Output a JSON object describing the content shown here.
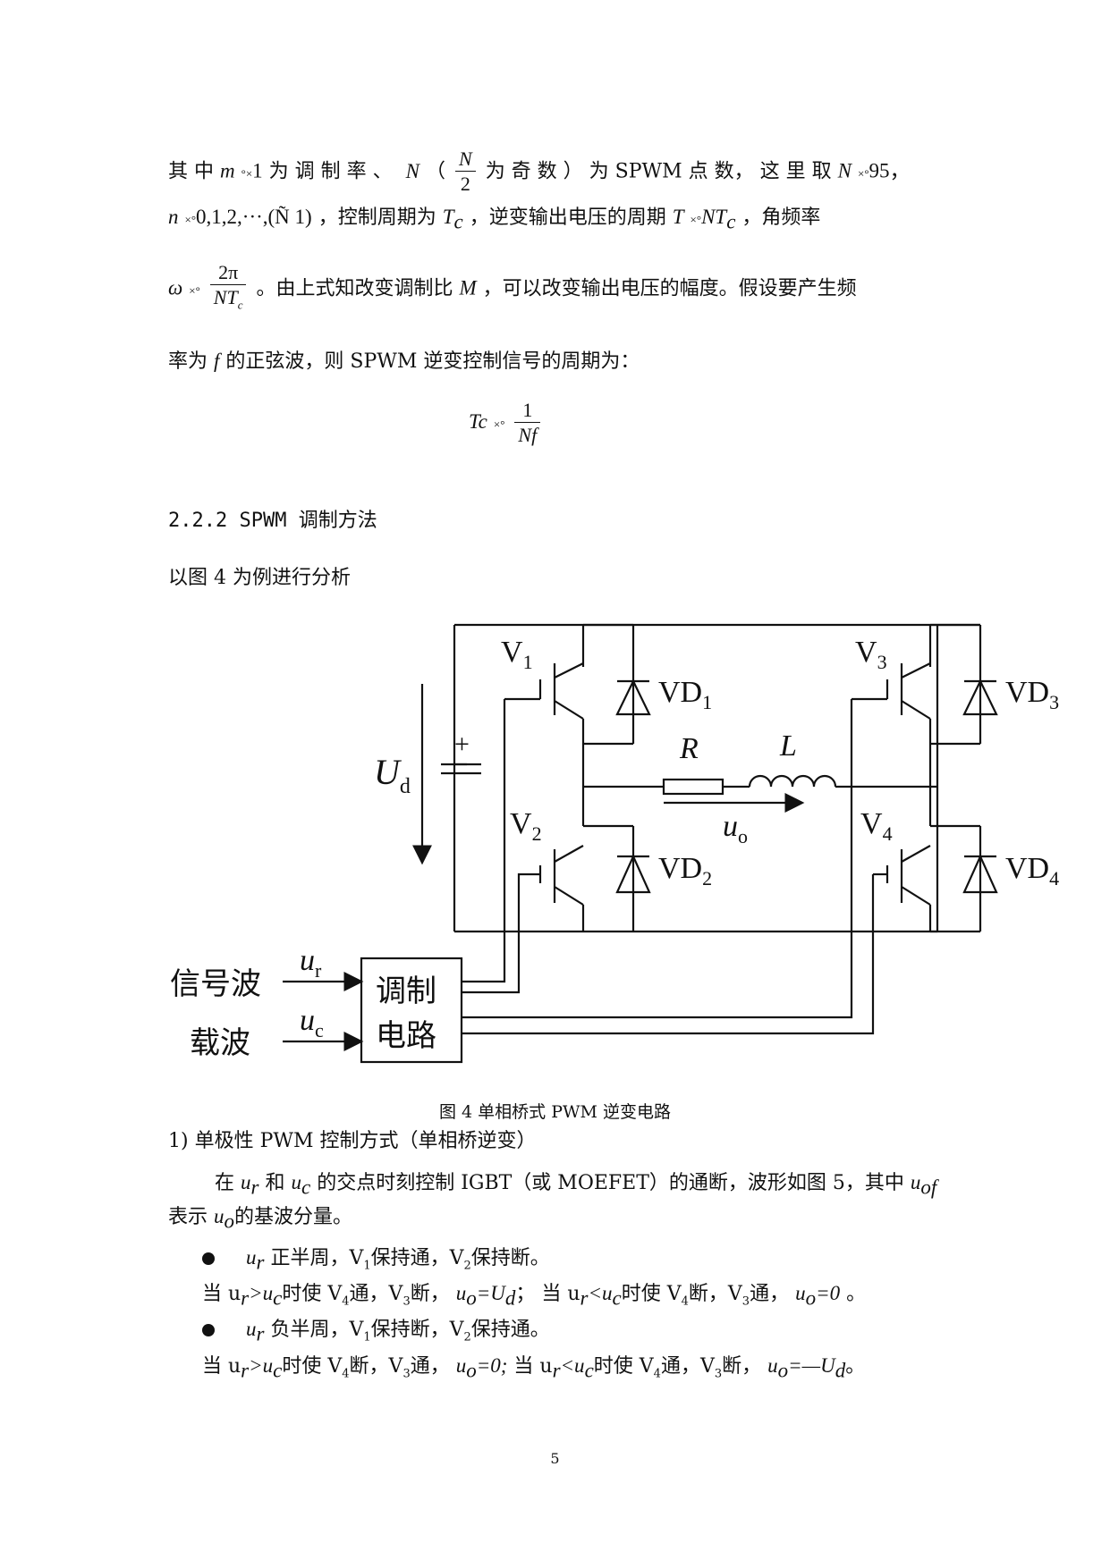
{
  "text": {
    "p1_a": "其 中",
    "p1_m": "m",
    "p1_mval": "1",
    "p1_b": "为 调 制 率 、",
    "p1_N": "N",
    "p1_c": "（",
    "p1_frac_num": "N",
    "p1_frac_den": "2",
    "p1_d": "为 奇 数 ） 为 SPWM 点 数， 这 里 取",
    "p1_N2": "N",
    "p1_nval": "95，",
    "p2_n": "n",
    "p2_seq": "0,1,2,···,(Ñ   1)",
    "p2_a": "，控制周期为",
    "p2_Tc": "T",
    "p2_c": "c",
    "p2_b": "，逆变输出电压的周期",
    "p2_T": "T",
    "p2_NTc": "NT",
    "p2_c2": "c",
    "p2_d": "，角频率",
    "p3_omega": "ω",
    "p3_num": "2π",
    "p3_den": "NT",
    "p3_den_sub": "c",
    "p3_text": "。由上式知改变调制比",
    "p3_M": "M",
    "p3_text2": "，可以改变输出电压的幅度。假设要产生频",
    "p4_a": "率为",
    "p4_f": "f",
    "p4_b": "的正弦波，则 SPWM 逆变控制信号的周期为：",
    "eq_Tc": "Tc",
    "eq_num": "1",
    "eq_den": "Nf",
    "heading": "2.2.2 SPWM 调制方法",
    "p5": "以图 4 为例进行分析",
    "caption": "图 4  单相桥式 PWM 逆变电路",
    "list1": "1)  单极性 PWM 控制方式（单相桥逆变）",
    "p6_a": "在",
    "p6_ur": "u",
    "p6_r": "r",
    "p6_b": "和",
    "p6_uc": "u",
    "p6_c": "c",
    "p6_d": "的交点时刻控制 IGBT（或 MOEFET）的通断，波形如图 5，其中",
    "p6_uof": "u",
    "p6_of": "of",
    "p7_a": "表示",
    "p7_uo": "u",
    "p7_o": "o",
    "p7_b": "的基波分量。",
    "b1_ur": "u",
    "b1_r": "r",
    "b1_text": "正半周，V",
    "b1_1": "1",
    "b1_text2": "保持通，V",
    "b1_2": "2",
    "b1_text3": "保持断。",
    "c1": "当 u",
    "c1_r": "r",
    "c1_gt": ">u",
    "c1_c": "c",
    "c1_a": "时使 V",
    "c1_4": "4",
    "c1_b": "通，V",
    "c1_3": "3",
    "c1_c2": "断，",
    "c1_uo": "u",
    "c1_o": "o",
    "c1_eq": "=U",
    "c1_d": "d",
    "c1_e": "；  当 u",
    "c1_r2": "r",
    "c1_lt": "<u",
    "c1_c3": "c",
    "c1_f": "时使 V",
    "c1_4b": "4",
    "c1_g": "断，V",
    "c1_3b": "3",
    "c1_h": "通，",
    "c1_uo2": "u",
    "c1_o2": "o",
    "c1_zero": "=0",
    "c1_end": " 。",
    "b2_ur": "u",
    "b2_r": "r",
    "b2_text": "负半周，V",
    "b2_1": "1",
    "b2_text2": "保持断，V",
    "b2_2": "2",
    "b2_text3": "保持通。",
    "c2": "当 u",
    "c2_r": "r",
    "c2_gt": ">u",
    "c2_c": "c",
    "c2_a": "时使 V",
    "c2_4": "4",
    "c2_b": "断，V",
    "c2_3": "3",
    "c2_c2": "通，",
    "c2_uo": "u",
    "c2_o": "o",
    "c2_zero": "=0;",
    "c2_e": "  当 u",
    "c2_r2": "r",
    "c2_lt": "<u",
    "c2_c3": "c",
    "c2_f": "时使 V",
    "c2_4b": "4",
    "c2_g": "通，V",
    "c2_3b": "3",
    "c2_h": "断，",
    "c2_uo2": "u",
    "c2_o2": "o",
    "c2_neg": "=—U",
    "c2_d": "d",
    "c2_end": "。",
    "page_number": "5"
  },
  "diagram": {
    "V1": "V",
    "V1_sub": "1",
    "V2": "V",
    "V2_sub": "2",
    "V3": "V",
    "V3_sub": "3",
    "V4": "V",
    "V4_sub": "4",
    "VD1": "VD",
    "VD1_sub": "1",
    "VD2": "VD",
    "VD2_sub": "2",
    "VD3": "VD",
    "VD3_sub": "3",
    "VD4": "VD",
    "VD4_sub": "4",
    "R": "R",
    "L": "L",
    "uo": "u",
    "uo_sub": "o",
    "Ud": "U",
    "Ud_sub": "d",
    "plus": "+",
    "signal_wave": "信号波",
    "carrier_wave": "载波",
    "ur": "u",
    "ur_sub": "r",
    "uc": "u",
    "uc_sub": "c",
    "mod_line1": "调制",
    "mod_line2": "电路"
  }
}
